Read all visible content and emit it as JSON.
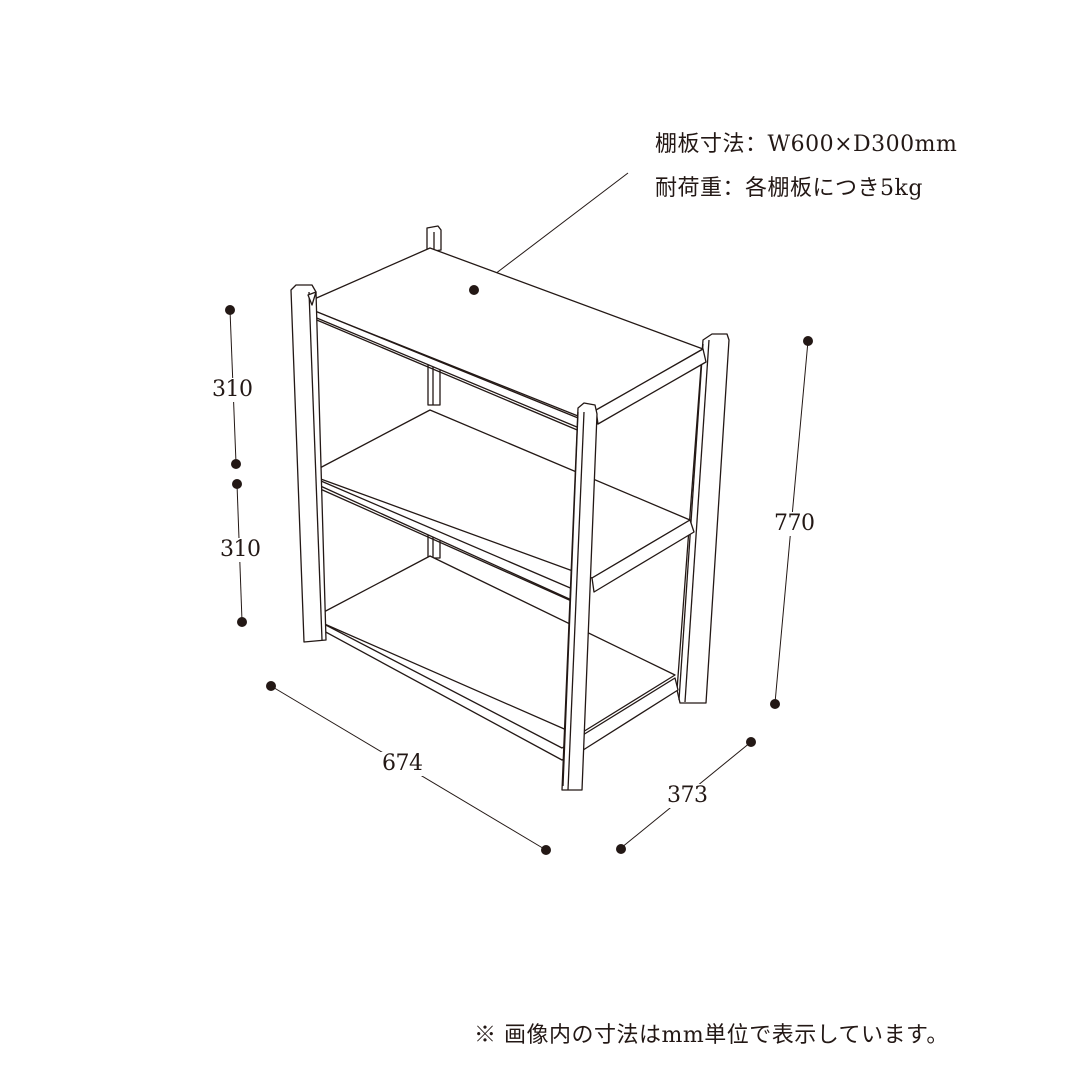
{
  "specs": {
    "shelf_size": "棚板寸法：W600×D300mm",
    "load_capacity": "耐荷重：各棚板につき5kg"
  },
  "dimensions": {
    "shelf_spacing_upper": "310",
    "shelf_spacing_lower": "310",
    "height": "770",
    "width": "674",
    "depth": "373"
  },
  "footnote": "※ 画像内の寸法はmm単位で表示しています。",
  "colors": {
    "line": "#231815",
    "background": "#ffffff"
  }
}
